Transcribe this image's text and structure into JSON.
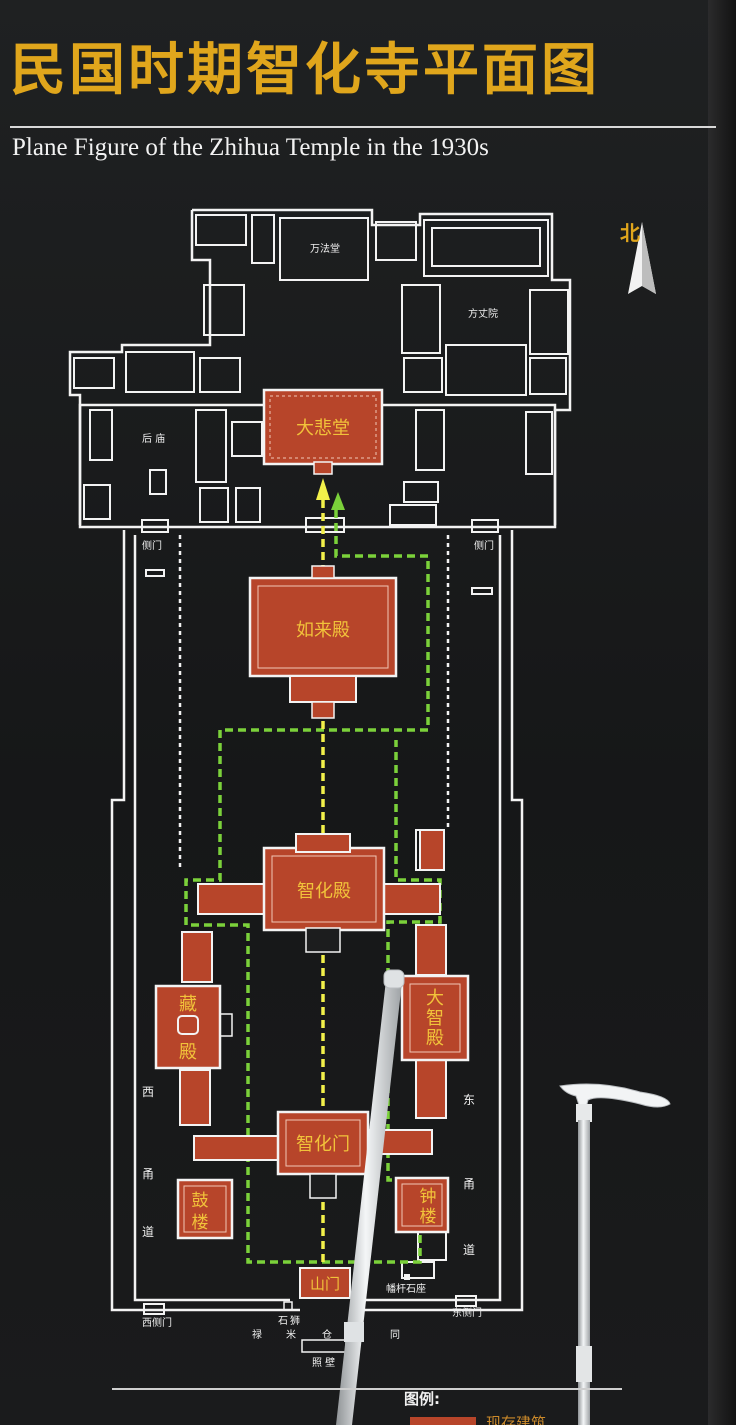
{
  "title_zh": "民国时期智化寺平面图",
  "title_en": "Plane Figure of the Zhihua Temple in the 1930s",
  "north_label": "北",
  "legend_label": "图例:",
  "legend_existing": "现存建筑",
  "halls": {
    "dabeitang": "大悲堂",
    "rulaidian": "如来殿",
    "zhihuadian": "智化殿",
    "zangdian": [
      "藏",
      "殿"
    ],
    "dazhidian": [
      "大",
      "智",
      "殿"
    ],
    "zhihuamen": "智化门",
    "gulou": [
      "鼓",
      "楼"
    ],
    "zhonglou": [
      "钟",
      "楼"
    ],
    "shanmen": "山门"
  },
  "small_labels": {
    "wanfatang": "万法堂",
    "fangzhangyuan": "方丈院",
    "houmiao": "后 庙",
    "cemen_left": "侧门",
    "cemen_right": "侧门",
    "west_lane": [
      "西",
      "甬",
      "道"
    ],
    "east_lane": [
      "东",
      "甬",
      "道"
    ],
    "west_side_gate": "西侧门",
    "east_side_gate": "东侧门",
    "stone_lion": [
      "石",
      "狮"
    ],
    "flagpole_base": "幡杆石座",
    "hutong": [
      "禄",
      "米",
      "仓",
      "同"
    ],
    "screen_wall": "照 壁"
  },
  "colors": {
    "title": "#e0a61c",
    "hall_fill": "#b7452a",
    "hall_label": "#f1c23a",
    "route_yellow": "#f2f04a",
    "route_green": "#7bd13a",
    "line": "#f3f3f3"
  }
}
